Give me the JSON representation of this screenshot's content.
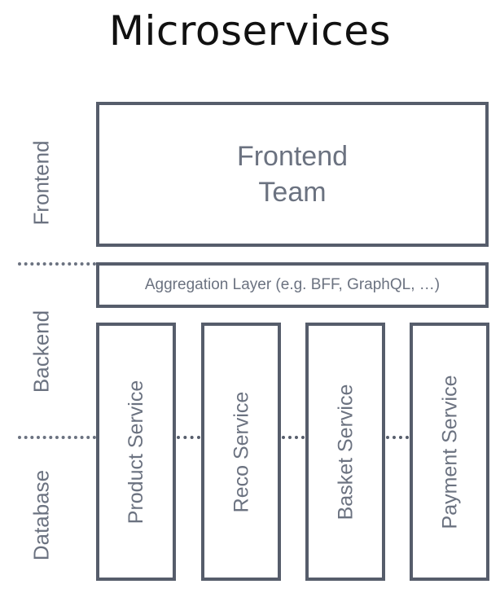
{
  "title": "Microservices",
  "diagram": {
    "type": "layered-architecture-diagram",
    "bands": [
      {
        "id": "frontend",
        "label": "Frontend"
      },
      {
        "id": "backend",
        "label": "Backend"
      },
      {
        "id": "database",
        "label": "Database"
      }
    ],
    "separators": [
      {
        "id": "frontend-backend-separator",
        "style": "dotted"
      },
      {
        "id": "backend-database-separator",
        "style": "dotted"
      }
    ],
    "frontend_team": {
      "label": "Frontend\nTeam"
    },
    "aggregation_layer": {
      "label": "Aggregation Layer (e.g. BFF, GraphQL, …)"
    },
    "services": [
      {
        "id": "product-service",
        "label": "Product Service"
      },
      {
        "id": "reco-service",
        "label": "Reco Service"
      },
      {
        "id": "basket-service",
        "label": "Basket Service"
      },
      {
        "id": "payment-service",
        "label": "Payment Service"
      }
    ],
    "connectors": [
      {
        "id": "product-reco-connector",
        "style": "dotted"
      },
      {
        "id": "reco-basket-connector",
        "style": "dotted"
      },
      {
        "id": "basket-payment-connector",
        "style": "dotted"
      }
    ]
  },
  "colors": {
    "title_text": "#111111",
    "box_border": "#565d6b",
    "box_fill": "#ffffff",
    "label_text": "#6b7280",
    "separator": "#6b7280",
    "background": "#ffffff"
  }
}
